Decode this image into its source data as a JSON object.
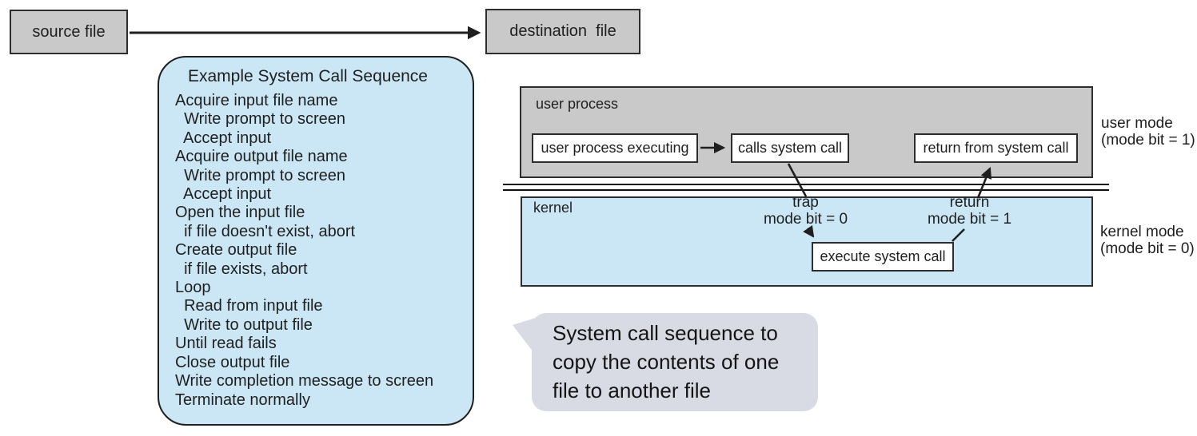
{
  "colors": {
    "box_gray": "#c9c9c9",
    "diagram_blue": "#cbe7f6",
    "bubble_gray": "#d8dbe4",
    "line_black": "#1f1f1f"
  },
  "file_copy": {
    "source_label": "source file",
    "destination_label": "destination  file"
  },
  "syscall_panel": {
    "title": "Example System Call Sequence",
    "lines": [
      "Acquire input file name",
      "  Write prompt to screen",
      "  Accept input",
      "Acquire output file name",
      "  Write prompt to screen",
      "  Accept input",
      "Open the input file",
      "  if file doesn't exist, abort",
      "Create output file",
      "  if file exists, abort",
      "Loop",
      "  Read from input file",
      "  Write to output file",
      "Until read fails",
      "Close output file",
      "Write completion message to screen",
      "Terminate normally"
    ]
  },
  "mode_diagram": {
    "user_region_label": "user process",
    "kernel_region_label": "kernel",
    "boxes": {
      "executing": "user process executing",
      "calls": "calls system call",
      "return_from": "return from system call",
      "execute": "execute system call"
    },
    "trap_label": "trap\nmode bit = 0",
    "return_label": "return\nmode bit = 1",
    "user_mode_label": "user mode\n(mode bit = 1)",
    "kernel_mode_label": "kernel mode\n(mode bit = 0)"
  },
  "caption_bubble": {
    "text": "System call sequence to\ncopy the contents of one\nfile to another file"
  }
}
